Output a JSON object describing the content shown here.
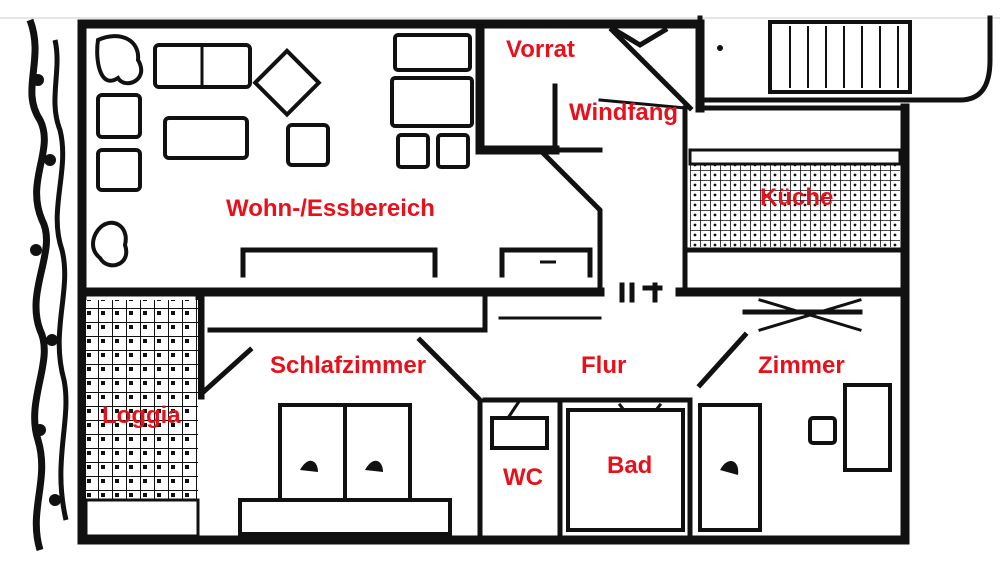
{
  "label_color": "#e8101a",
  "rooms": {
    "vorrat": "Vorrat",
    "windfang": "Windfang",
    "wohn": "Wohn-/Essbereich",
    "kueche": "Küche",
    "schlafzimmer": "Schlafzimmer",
    "flur": "Flur",
    "zimmer": "Zimmer",
    "loggia": "Loggia",
    "wc": "WC",
    "bad": "Bad"
  },
  "icons": {
    "plants": "plant-icon",
    "stairs": "staircase-icon",
    "door": "door-swing-icon",
    "bed": "bed-icon",
    "table": "table-icon",
    "chair": "chair-icon"
  }
}
